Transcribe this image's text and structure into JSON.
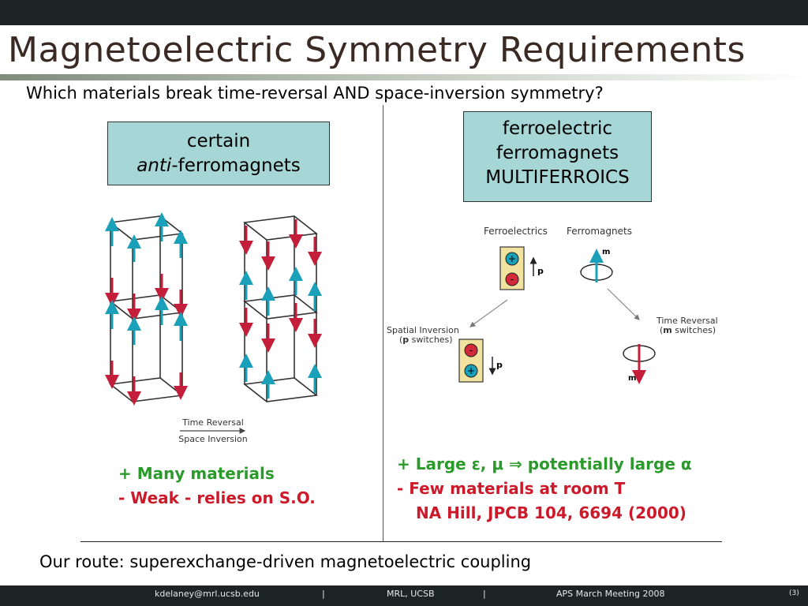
{
  "slide": {
    "title": "Magnetoelectric Symmetry Requirements",
    "subtitle": "Which materials break time-reversal AND space-inversion symmetry?",
    "accent_color": "#a6d6d6",
    "title_color": "#3b2a24"
  },
  "left": {
    "box_line1": "certain",
    "box_anti": "anti",
    "box_rest": "-ferromagnets",
    "fig_arrow_top": "Time Reversal",
    "fig_arrow_bottom": "Space Inversion",
    "pro": "+ Many materials",
    "con": "- Weak - relies on S.O."
  },
  "right": {
    "box_line1": "ferroelectric",
    "box_line2": "ferromagnets",
    "box_line3": "MULTIFERROICS",
    "fig_ferroelectrics": "Ferroelectrics",
    "fig_ferromagnets": "Ferromagnets",
    "fig_spatial_inversion": "Spatial Inversion",
    "fig_p_switches_open": "(",
    "fig_p": "p",
    "fig_switches_close": " switches)",
    "fig_time_reversal": "Time Reversal",
    "fig_m_switches_open": "(",
    "fig_m": "m",
    "fig_plus": "+",
    "fig_minus": "-",
    "pro": "+ Large ε, μ ⇒ potentially large α",
    "con": "- Few materials at room T",
    "ref": "NA Hill, JPCB 104, 6694 (2000)"
  },
  "route": "Our route: superexchange-driven magnetoelectric coupling",
  "footer": {
    "email": "kdelaney@mrl.ucsb.edu",
    "sep1": "|",
    "org": "MRL, UCSB",
    "sep2": "|",
    "event": "APS March Meeting 2008",
    "page": "(3)"
  }
}
